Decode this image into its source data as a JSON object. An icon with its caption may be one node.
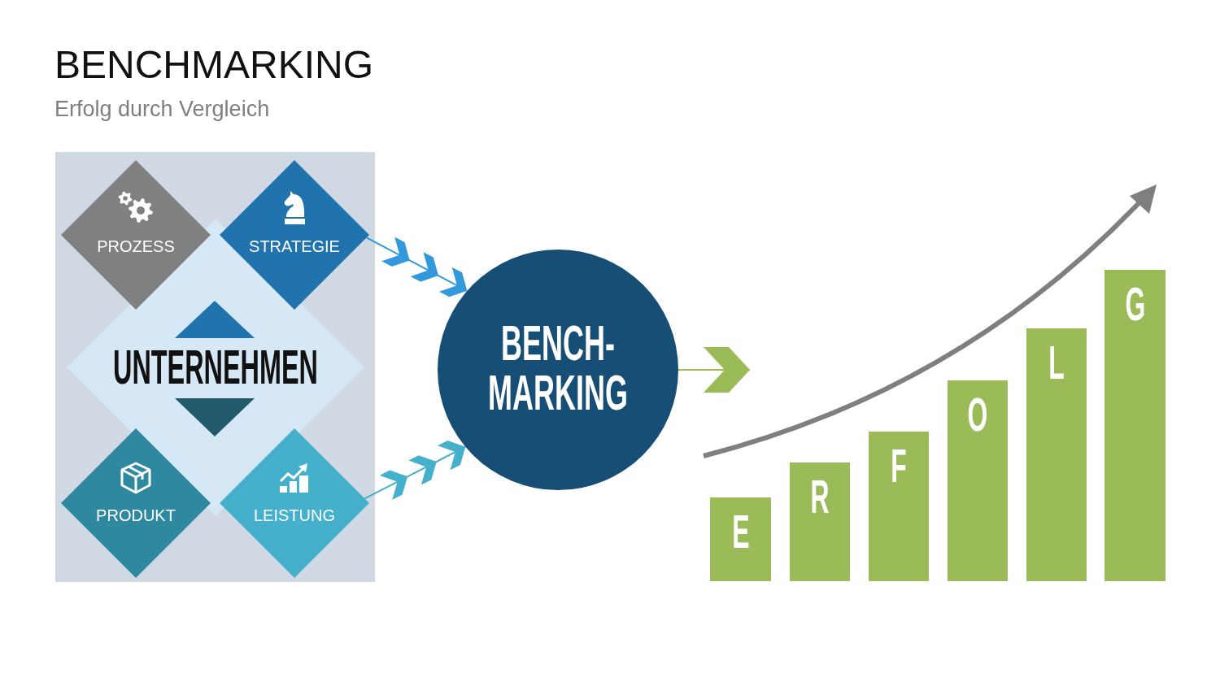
{
  "diagram": {
    "title": "BENCHMARKING",
    "nodes": [
      {
        "text": [],
        "shape": "box"
      },
      {
        "text": [
          "PROZESS"
        ],
        "in": 0
      },
      {
        "text": [
          "STRATEGIE"
        ],
        "in": 0
      },
      {
        "text": [
          "UNTERNEHMEN"
        ],
        "in": 0
      },
      {
        "text": [
          "PRODUKT"
        ],
        "in": 0
      },
      {
        "text": [
          "LEISTUNG"
        ],
        "in": 0
      },
      {
        "text": [
          "BENCH- MARKING"
        ]
      },
      {
        "text": [
          "E"
        ]
      },
      {
        "text": [
          "R"
        ]
      },
      {
        "text": [
          "F"
        ]
      },
      {
        "text": [
          "O"
        ]
      },
      {
        "text": [
          "L"
        ]
      },
      {
        "text": [
          "G"
        ]
      }
    ],
    "edges": [
      {
        "from": 2,
        "to": 6,
        "arrow": "to",
        "color": "#3399dd"
      },
      {
        "from": 5,
        "to": 6,
        "arrow": "to",
        "color": "#45b0cc"
      },
      {
        "from": 6,
        "to": null,
        "arrow": "to",
        "color": "#9bbb59"
      }
    ],
    "labels": [
      "Erfolg durch Vergleich"
    ]
  }
}
